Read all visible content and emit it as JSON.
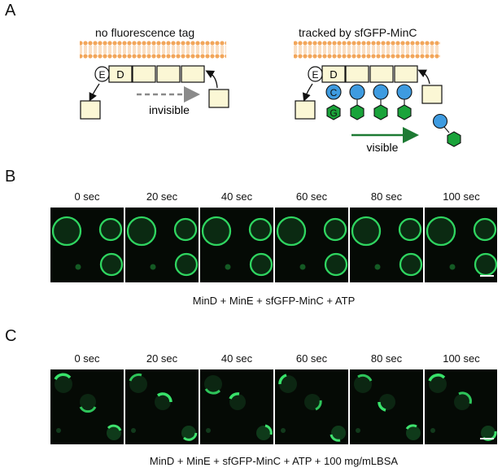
{
  "panelA": {
    "letter": "A",
    "left_title": "no fluorescence tag",
    "right_title": "tracked by sfGFP-MinC",
    "e_label": "E",
    "d_label": "D",
    "c_label": "C",
    "g_label": "G",
    "left_arrow_label": "invisible",
    "right_arrow_label": "visible",
    "colors": {
      "membrane": "#f2a65a",
      "mind_box": "#fbf7d5",
      "minc": "#3e9be0",
      "gfp": "#1aa33a",
      "visible_arrow": "#1d7a33",
      "invisible_arrow": "#8a8a8a"
    }
  },
  "panelB": {
    "letter": "B",
    "times": [
      "0 sec",
      "20 sec",
      "40 sec",
      "60 sec",
      "80 sec",
      "100 sec"
    ],
    "caption": "MinD + MinE + sfGFP-MinC + ATP"
  },
  "panelC": {
    "letter": "C",
    "times": [
      "0 sec",
      "20 sec",
      "40 sec",
      "60 sec",
      "80 sec",
      "100 sec"
    ],
    "caption": "MinD + MinE + sfGFP-MinC + ATP + 100 mg/mLBSA"
  }
}
